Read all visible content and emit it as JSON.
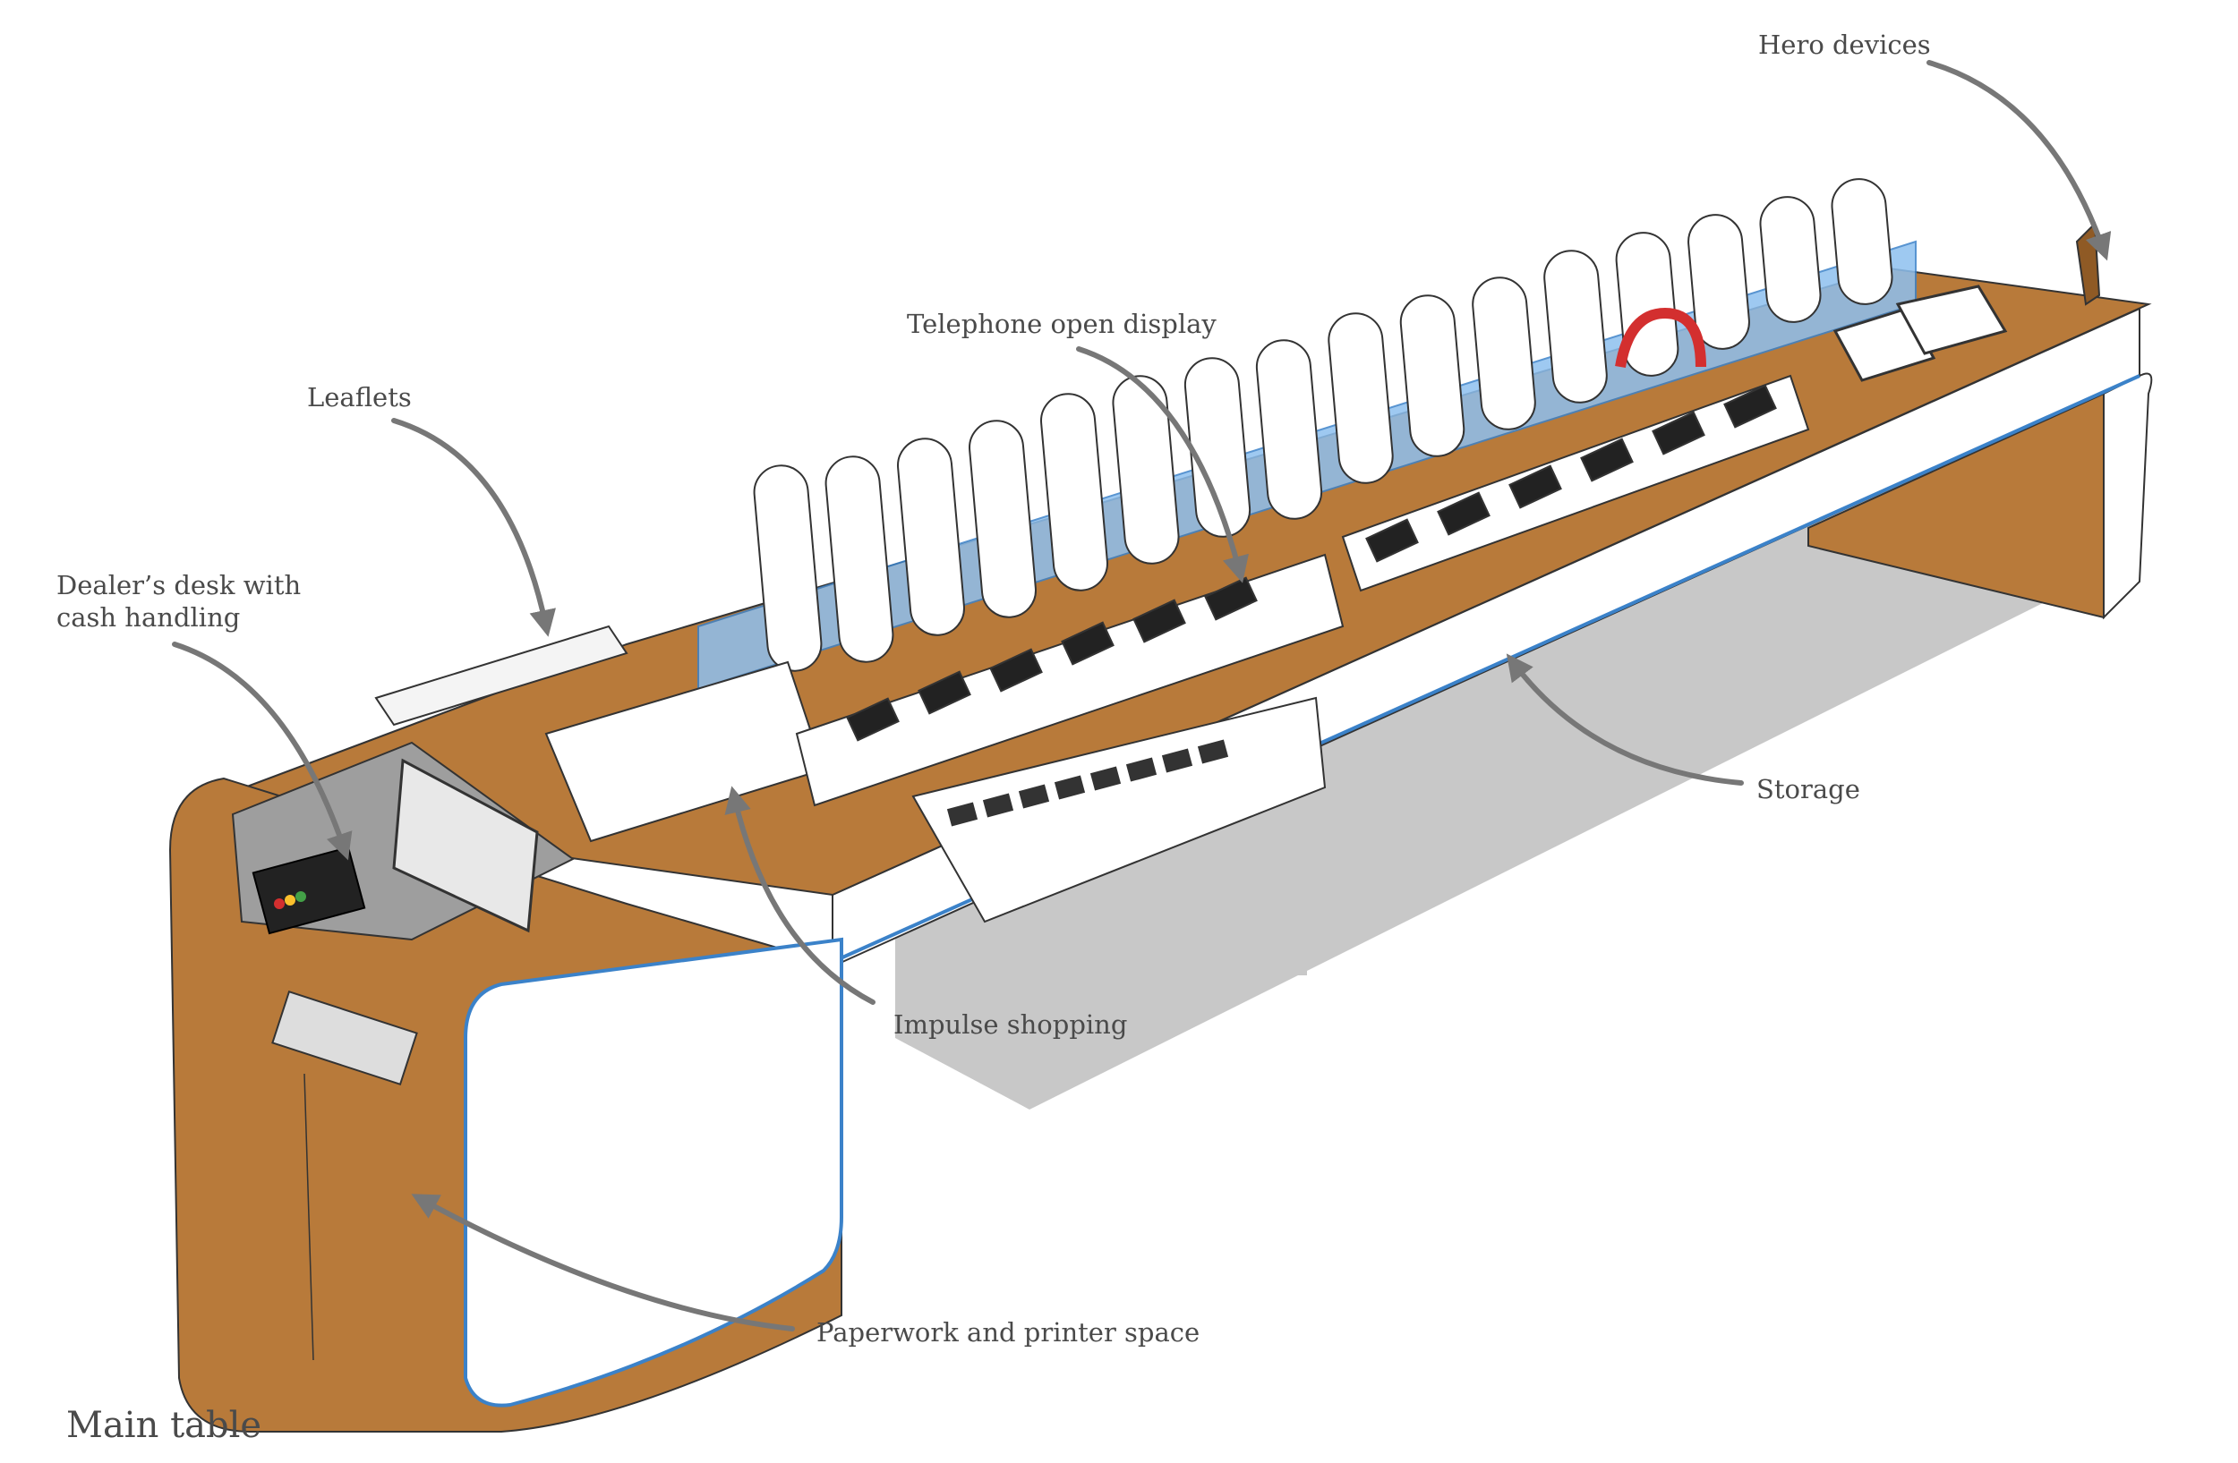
{
  "title": "Main table",
  "labels": {
    "hero_devices": "Hero devices",
    "telephone_open_display": "Telephone open display",
    "leaflets": "Leaflets",
    "dealers_desk_line1": "Dealer’s desk with",
    "dealers_desk_line2": "cash handling",
    "storage": "Storage",
    "impulse_shopping": "Impulse shopping",
    "paperwork_printer": "Paperwork and printer space"
  },
  "colors": {
    "wood": "#b87a3a",
    "wood_dark": "#8f5a25",
    "blue_accent": "#3b82c9",
    "acrylic_blue": "#8ec0ef",
    "shadow": "#c8c8c8",
    "annotation_arrow": "#777777",
    "text": "#4a4a4a"
  }
}
